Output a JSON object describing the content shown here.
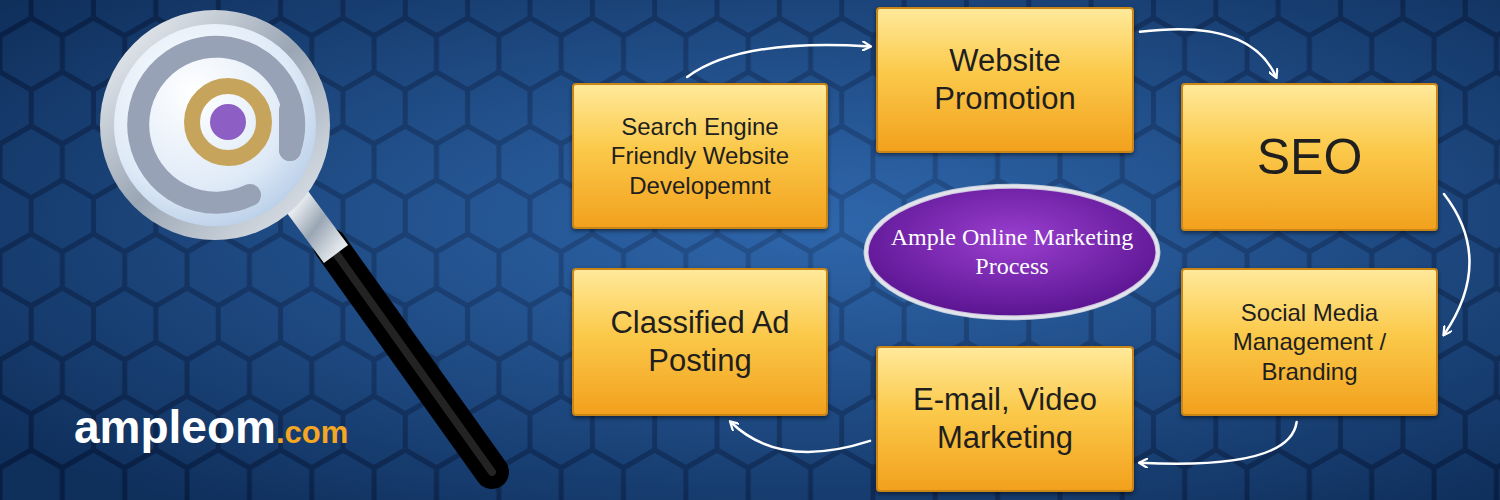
{
  "diagram": {
    "nodes": [
      {
        "text": [
          "Search Engine Friendly Website Developemnt"
        ]
      },
      {
        "text": [
          "Website Promotion"
        ]
      },
      {
        "text": [
          "SEO"
        ]
      },
      {
        "text": [
          "Social Media Management / Branding"
        ]
      },
      {
        "text": [
          "E-mail, Video Marketing"
        ]
      },
      {
        "text": [
          "Classified Ad Posting"
        ]
      },
      {
        "text": [
          "Ample Online Marketing Process"
        ]
      }
    ],
    "edges": [
      {
        "from": 0,
        "to": 1,
        "arrow": "to"
      },
      {
        "from": 1,
        "to": 2,
        "arrow": "to"
      },
      {
        "from": 2,
        "to": 3,
        "arrow": "to"
      },
      {
        "from": 3,
        "to": 4,
        "arrow": "to"
      },
      {
        "from": 4,
        "to": 5,
        "arrow": "to"
      }
    ],
    "labels": [
      "ampleom",
      ".com"
    ]
  }
}
